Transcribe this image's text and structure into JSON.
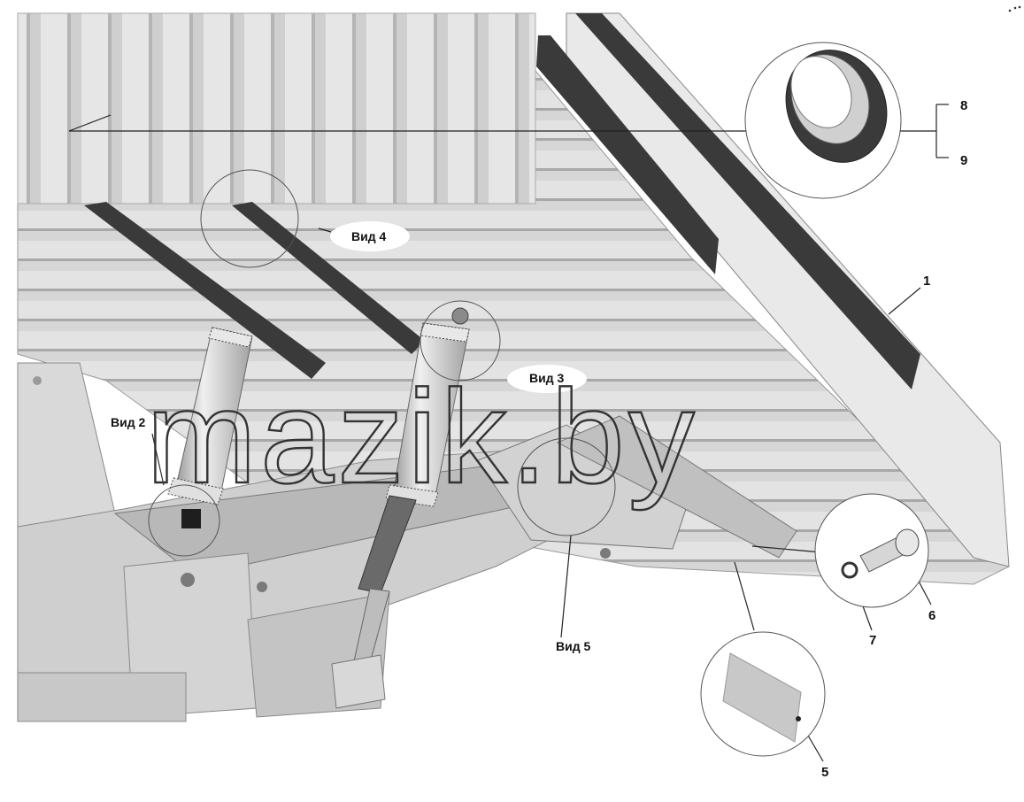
{
  "watermark": "mazik.by",
  "views": {
    "view2": "Вид 2",
    "view3": "Вид 3",
    "view4": "Вид 4",
    "view5": "Вид 5"
  },
  "callouts": {
    "c1": "1",
    "c5": "5",
    "c6": "6",
    "c7": "7",
    "c8": "8",
    "c9": "9"
  },
  "colors": {
    "body_light": "#e2e2e2",
    "body_mid": "#c6c6c6",
    "body_dark": "#9a9a9a",
    "seal_dark": "#3a3a3a",
    "line": "#222222"
  }
}
